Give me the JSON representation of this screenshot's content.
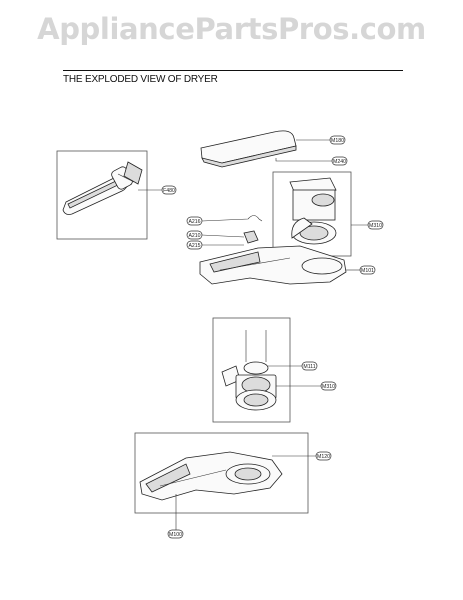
{
  "watermark": "AppliancePartsPros.com",
  "heading": "THE EXPLODED VIEW OF DRYER",
  "callouts": {
    "m180": "M180",
    "m240": "M240",
    "f480": "F480",
    "m310_top": "M310",
    "a216": "A216",
    "a210": "A210",
    "a215": "A215",
    "m101": "M101",
    "m111": "M111",
    "m310_mid": "M310",
    "m120": "M120",
    "m100": "M100"
  }
}
